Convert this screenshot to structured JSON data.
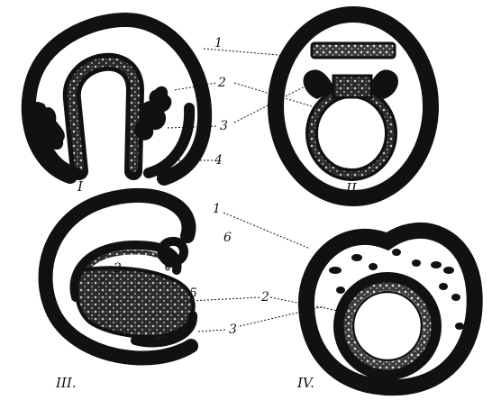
{
  "panels": [
    {
      "id": "I",
      "label": "I"
    },
    {
      "id": "II",
      "label": "II"
    },
    {
      "id": "III",
      "label": "III."
    },
    {
      "id": "IV",
      "label": "IV."
    }
  ],
  "callouts": {
    "label_1": "1",
    "label_2": "2",
    "label_3": "3",
    "label_4": "4",
    "label_5": "5",
    "label_6": "6"
  },
  "colors": {
    "ink": "#111111",
    "paper": "#ffffff",
    "tissue_dots": "#bbbbbb"
  }
}
